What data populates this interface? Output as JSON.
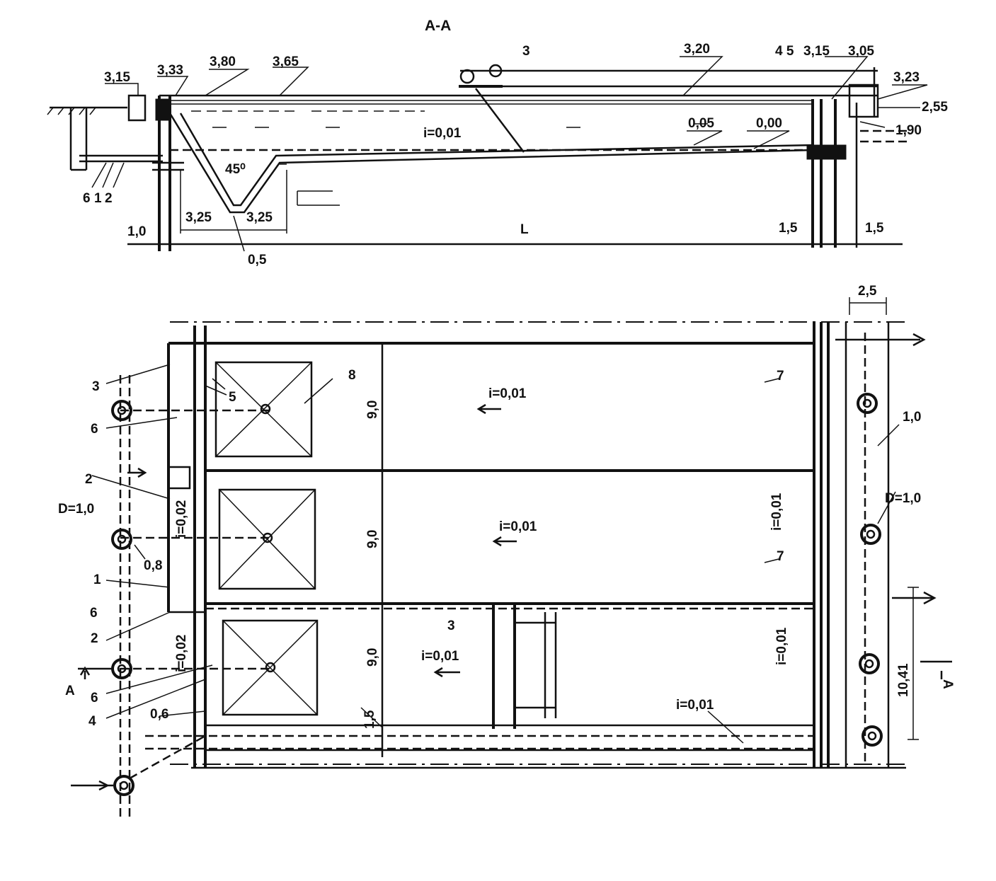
{
  "section": {
    "title": "A-A",
    "levels": {
      "l_315a": "3,15",
      "l_333": "3,33",
      "l_380": "3,80",
      "l_365": "3,65",
      "l_3": "3",
      "l_320": "3,20",
      "l_45": "4 5",
      "l_315b": "3,15",
      "l_305": "3,05",
      "l_323": "3,23",
      "l_255": "2,55",
      "l_190": "1,90",
      "l_005": "0,05",
      "l_000": "0,00",
      "slope": "i=0,01",
      "angle": "45⁰",
      "h_325a": "3,25",
      "h_325b": "3,25",
      "h_05": "0,5",
      "h_10": "1,0",
      "h_L": "L",
      "h_15a": "1,5",
      "h_15b": "1,5",
      "n6": "6",
      "n1": "1",
      "n2": "2"
    }
  },
  "plan": {
    "labels": {
      "w25": "2,5",
      "n3a": "3",
      "n5": "5",
      "n8": "8",
      "n6a": "6",
      "n7a": "7",
      "n10": "1,0",
      "n2a": "2",
      "D1": "D=1,0",
      "D2": "D=1,0",
      "d08": "0,8",
      "n1": "1",
      "n6b": "6",
      "n2b": "2",
      "n7b": "7",
      "n3b": "3",
      "iA": "i=0,01",
      "iB": "i=0,01",
      "iC": "i=0,01",
      "iD": "i=0,01",
      "iE": "i=0,01",
      "iF": "i=0,01",
      "i002a": "i=0,02",
      "i002b": "i=0,02",
      "v9a": "9,0",
      "v9b": "9,0",
      "v9c": "9,0",
      "d15": "1,5",
      "d06": "0,6",
      "n4": "4",
      "n6c": "6",
      "A1": "A",
      "A2": "A",
      "w1041": "10,41"
    }
  }
}
